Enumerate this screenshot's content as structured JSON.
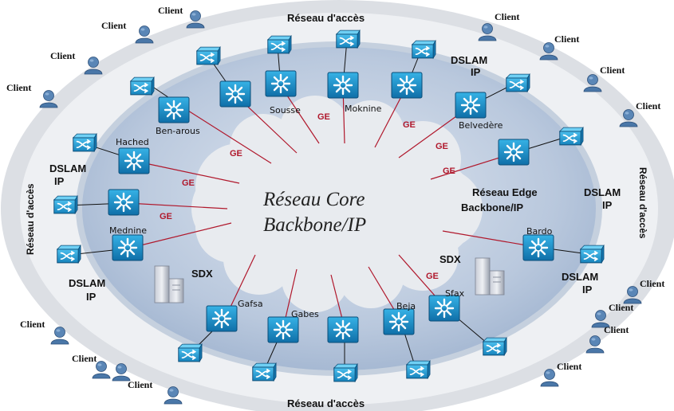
{
  "labels": {
    "access_top": "Réseau d'accès",
    "access_bottom": "Réseau d'accès",
    "access_left": "Réseau d'accès",
    "access_right": "Réseau d'accès",
    "core_line1": "Réseau Core",
    "core_line2": "Backbone/IP",
    "edge_line1": "Réseau Edge",
    "edge_line2": "Backbone/IP",
    "dslam": "DSLAM",
    "ip": "IP",
    "sdx": "SDX",
    "client": "Client",
    "ge": "GE"
  },
  "cities": [
    "Ben-arous",
    "Sousse",
    "Moknine",
    "Belvedère",
    "Hached",
    "Mednine",
    "Bardo",
    "Gafsa",
    "Gabes",
    "Beja",
    "Sfax"
  ],
  "colors": {
    "ring_outer": "#d9dde3",
    "ring_access": "#eceef1",
    "core_disc": "#b7c6dc",
    "cloud": "#e9ebef",
    "link_red": "#b0182c",
    "router_blue": "#1c8fc9",
    "dslam_blue": "#2aa6dc",
    "client_blue": "#4a77a8"
  },
  "icons": {
    "router": "router-icon",
    "dslam": "dslam-switch-icon",
    "client": "client-user-icon",
    "sdx": "sdx-server-icon"
  }
}
